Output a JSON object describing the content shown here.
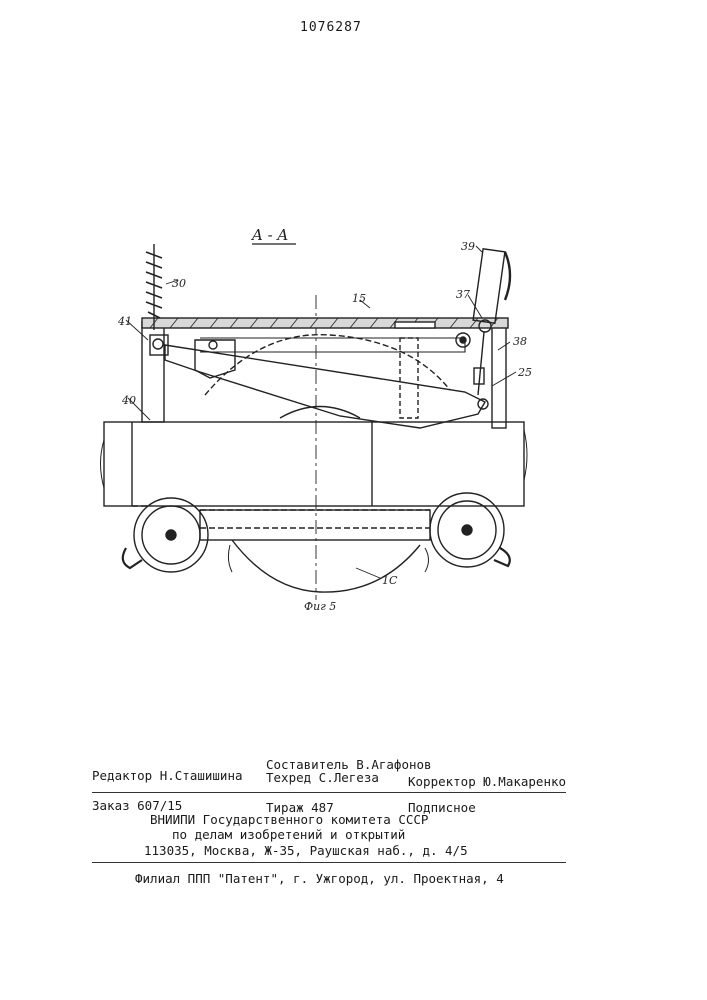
{
  "patent_number": "1076287",
  "figure": {
    "section_label": "A - A",
    "caption": "Фиг 5",
    "callouts": [
      "30",
      "41",
      "40",
      "15",
      "39",
      "37",
      "38",
      "25",
      "1С"
    ]
  },
  "imprint": {
    "compiler": "Составитель В.Агафонов",
    "editor": "Редактор Н.Сташишина",
    "techred": "Техред С.Легеза",
    "corrector": "Корректор Ю.Макаренко",
    "order": "Заказ 607/15",
    "circulation": "Тираж 487",
    "subscription": "Подписное",
    "institute": "ВНИИПИ Государственного комитета СССР",
    "institute_dept": "по делам изобретений и открытий",
    "address": "113035, Москва, Ж-35, Раушская наб., д. 4/5",
    "branch": "Филиал ППП \"Патент\", г. Ужгород, ул. Проектная, 4"
  }
}
